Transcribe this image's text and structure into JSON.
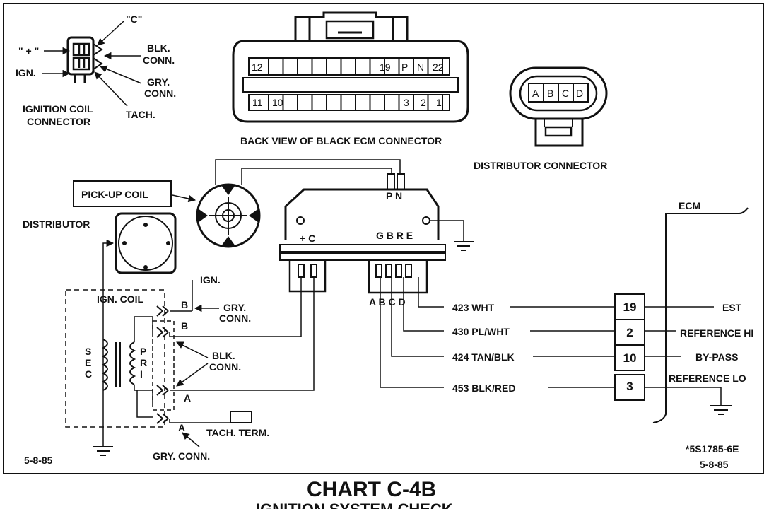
{
  "coil_connector": {
    "c_label": "\"C\"",
    "plus_label": "\" + \"",
    "ign_label": "IGN.",
    "blk_conn": [
      "BLK.",
      "CONN."
    ],
    "gry_conn": [
      "GRY.",
      "CONN."
    ],
    "tach_label": "TACH.",
    "caption": [
      "IGNITION COIL",
      "CONNECTOR"
    ]
  },
  "ecm_connector": {
    "top_pins": [
      "12",
      "19",
      "P",
      "N",
      "22"
    ],
    "bottom_pins": [
      "11",
      "10",
      "3",
      "2",
      "1"
    ],
    "caption": "BACK VIEW OF BLACK ECM CONNECTOR"
  },
  "distributor_connector": {
    "pins": [
      "A",
      "B",
      "C",
      "D"
    ],
    "caption": "DISTRIBUTOR CONNECTOR"
  },
  "labels": {
    "pickup_coil": "PICK-UP COIL",
    "distributor": "DISTRIBUTOR",
    "pn": "P N",
    "module_left": "+ C",
    "module_right": "G B R E",
    "module_pins": "A B C D",
    "ecm": "ECM",
    "ign_coil": "IGN. COIL",
    "ign": "IGN.",
    "b_upper": "B",
    "b_lower": "B",
    "a_lower": "A",
    "a_bottom": "A",
    "gry_conn_upper": [
      "GRY.",
      "CONN."
    ],
    "blk_conn_mid": [
      "BLK.",
      "CONN."
    ],
    "sec": [
      "S",
      "E",
      "C"
    ],
    "pri": [
      "P",
      "R",
      "I"
    ],
    "tach_term": "TACH. TERM.",
    "gry_conn_bottom": "GRY. CONN.",
    "date_left": "5-8-85",
    "ref_code": "*5S1785-6E",
    "date_right": "5-8-85",
    "chart_title": "CHART C-4B",
    "chart_subtitle": "IGNITION SYSTEM CHECK"
  },
  "circuits": [
    {
      "wire": "423 WHT",
      "pin": "19",
      "function": "EST"
    },
    {
      "wire": "430 PL/WHT",
      "pin": "2",
      "function": "REFERENCE HI"
    },
    {
      "wire": "424 TAN/BLK",
      "pin": "10",
      "function": "BY-PASS"
    },
    {
      "wire": "453 BLK/RED",
      "pin": "3",
      "function": "REFERENCE LO"
    }
  ]
}
